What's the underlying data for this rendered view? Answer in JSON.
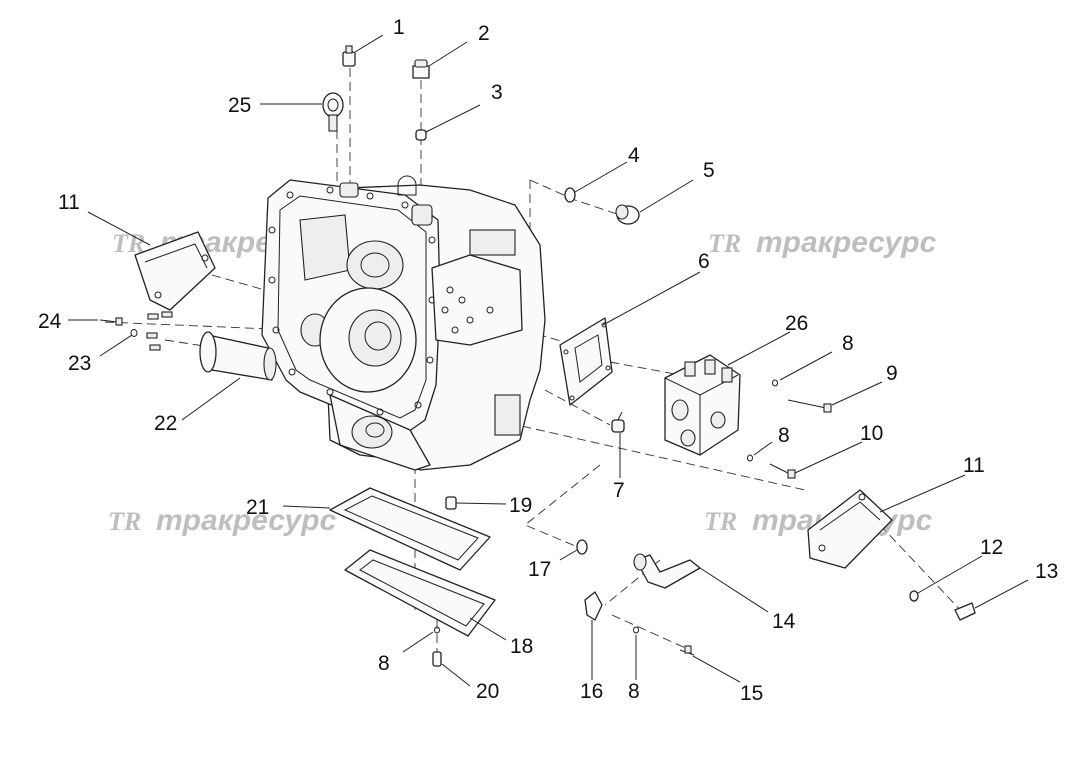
{
  "watermark": {
    "logo": "TR",
    "text": "тракресурс"
  },
  "callouts": [
    {
      "id": "c1",
      "label": "1"
    },
    {
      "id": "c2",
      "label": "2"
    },
    {
      "id": "c3",
      "label": "3"
    },
    {
      "id": "c4",
      "label": "4"
    },
    {
      "id": "c5",
      "label": "5"
    },
    {
      "id": "c6",
      "label": "6"
    },
    {
      "id": "c7",
      "label": "7"
    },
    {
      "id": "c8a",
      "label": "8"
    },
    {
      "id": "c8b",
      "label": "8"
    },
    {
      "id": "c8c",
      "label": "8"
    },
    {
      "id": "c8d",
      "label": "8"
    },
    {
      "id": "c9",
      "label": "9"
    },
    {
      "id": "c10",
      "label": "10"
    },
    {
      "id": "c11a",
      "label": "11"
    },
    {
      "id": "c11b",
      "label": "11"
    },
    {
      "id": "c12",
      "label": "12"
    },
    {
      "id": "c13",
      "label": "13"
    },
    {
      "id": "c14",
      "label": "14"
    },
    {
      "id": "c15",
      "label": "15"
    },
    {
      "id": "c16",
      "label": "16"
    },
    {
      "id": "c17",
      "label": "17"
    },
    {
      "id": "c18",
      "label": "18"
    },
    {
      "id": "c19",
      "label": "19"
    },
    {
      "id": "c20",
      "label": "20"
    },
    {
      "id": "c21",
      "label": "21"
    },
    {
      "id": "c22",
      "label": "22"
    },
    {
      "id": "c23",
      "label": "23"
    },
    {
      "id": "c24",
      "label": "24"
    },
    {
      "id": "c25",
      "label": "25"
    },
    {
      "id": "c26",
      "label": "26"
    }
  ]
}
